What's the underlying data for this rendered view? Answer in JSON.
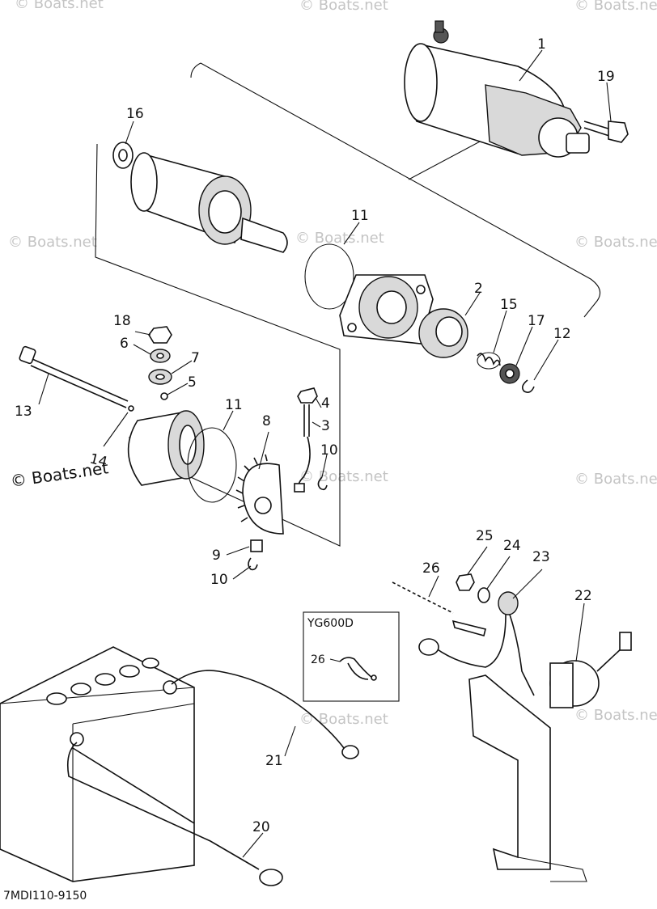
{
  "diagram": {
    "drawing_code": "7MDI110-9150",
    "inset": {
      "title": "YG600D",
      "part": "26"
    },
    "watermark": "© Boats.net",
    "parts": [
      {
        "id": "p1",
        "label": "1"
      },
      {
        "id": "p2",
        "label": "2"
      },
      {
        "id": "p3",
        "label": "3"
      },
      {
        "id": "p4",
        "label": "4"
      },
      {
        "id": "p5",
        "label": "5"
      },
      {
        "id": "p6",
        "label": "6"
      },
      {
        "id": "p7",
        "label": "7"
      },
      {
        "id": "p8",
        "label": "8"
      },
      {
        "id": "p9",
        "label": "9"
      },
      {
        "id": "p10a",
        "label": "10"
      },
      {
        "id": "p10b",
        "label": "10"
      },
      {
        "id": "p11a",
        "label": "11"
      },
      {
        "id": "p11b",
        "label": "11"
      },
      {
        "id": "p12",
        "label": "12"
      },
      {
        "id": "p13",
        "label": "13"
      },
      {
        "id": "p14",
        "label": "14"
      },
      {
        "id": "p15",
        "label": "15"
      },
      {
        "id": "p16",
        "label": "16"
      },
      {
        "id": "p17",
        "label": "17"
      },
      {
        "id": "p18",
        "label": "18"
      },
      {
        "id": "p19",
        "label": "19"
      },
      {
        "id": "p20",
        "label": "20"
      },
      {
        "id": "p21",
        "label": "21"
      },
      {
        "id": "p22",
        "label": "22"
      },
      {
        "id": "p23",
        "label": "23"
      },
      {
        "id": "p24",
        "label": "24"
      },
      {
        "id": "p25",
        "label": "25"
      },
      {
        "id": "p26",
        "label": "26"
      }
    ]
  }
}
